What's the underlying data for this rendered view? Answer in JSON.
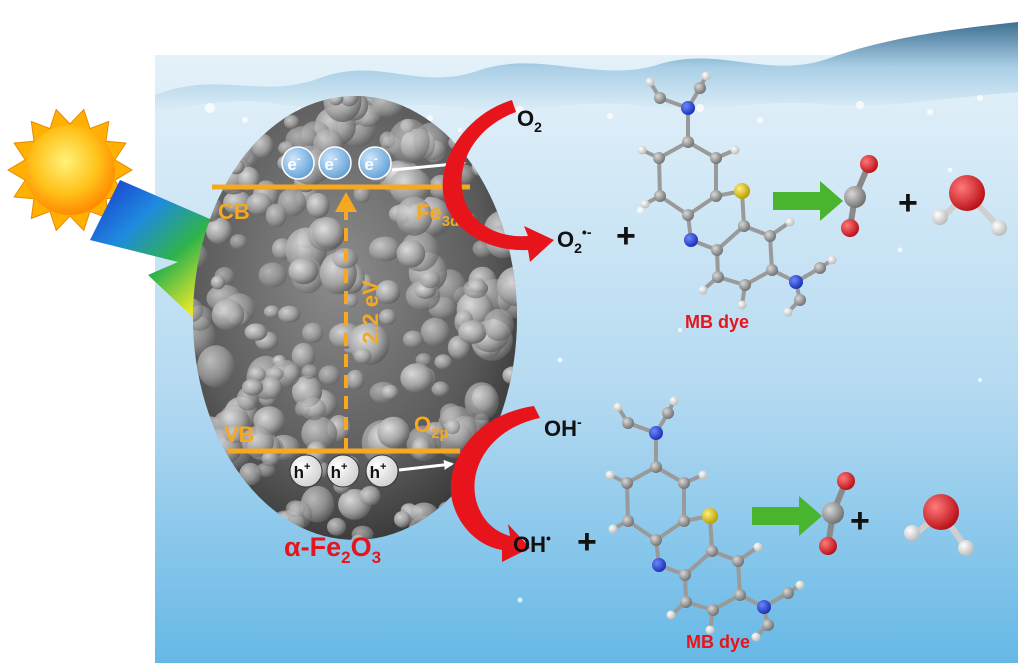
{
  "colors": {
    "band_line": "#f5a820",
    "band_text": "#f5a820",
    "red_arrow": "#e8141c",
    "green_arrow": "#49b52f",
    "electron": "#7fb8e6",
    "water_top": "#cfe6f4",
    "water_bottom": "#5fb6e6",
    "carbon": "#8a8a8a",
    "nitrogen": "#1f3fd0",
    "sulfur": "#c9b000",
    "oxygen": "#e1141c",
    "hydrogen": "#e8e8e8"
  },
  "labels": {
    "cb": "CB",
    "vb": "VB",
    "fe3d_main": "Fe",
    "fe3d_sub": "3d",
    "o2p_main": "O",
    "o2p_sub": "2p",
    "band_gap": "2.2 eV",
    "electron": "e",
    "electron_sup": "-",
    "hole": "h",
    "hole_sup": "+",
    "material_prefix": "α-Fe",
    "material_sub1": "2",
    "material_mid": "O",
    "material_sub2": "3",
    "o2_main": "O",
    "o2_sub": "2",
    "superoxide_main": "O",
    "superoxide_sub": "2",
    "superoxide_sup": "•-",
    "hydroxide_main": "OH",
    "hydroxide_sup": "-",
    "hydroxyl_main": "OH",
    "hydroxyl_sup": "•",
    "plus": "+",
    "mb_dye": "MB dye"
  },
  "icons": {
    "sun": "sun-icon",
    "light": "rainbow-lightning-icon",
    "molecule": "methylene-blue-molecule-icon",
    "co2": "carbon-dioxide-molecule-icon",
    "h2o": "water-molecule-icon"
  }
}
